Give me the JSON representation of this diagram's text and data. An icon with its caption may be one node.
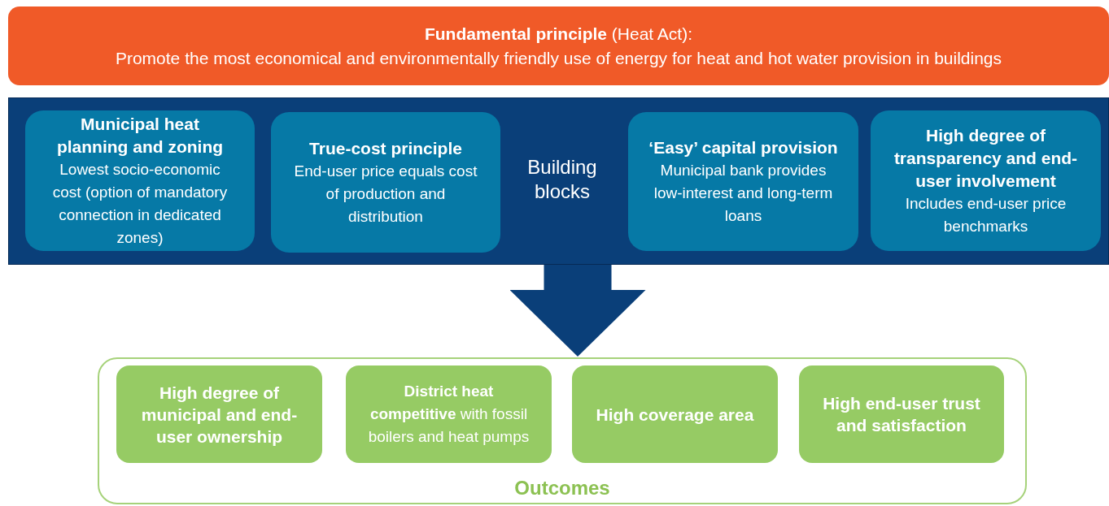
{
  "diagram": {
    "nodes": [
      {
        "text": [
          "**Fundamental principle** (Heat Act):",
          "Promote the most economical and environmentally friendly use of energy for heat and hot water provision in buildings"
        ]
      },
      {
        "text": [
          "Building blocks"
        ]
      },
      {
        "text": [
          "Municipal heat planning and zoning",
          "Lowest socio-economic cost (option of mandatory connection in dedicated zones)"
        ],
        "in": 1
      },
      {
        "text": [
          "True-cost principle",
          "End-user price equals cost of production and distribution"
        ],
        "in": 1
      },
      {
        "text": [
          "‘Easy’ capital provision",
          "Municipal bank provides low-interest and long-term loans"
        ],
        "in": 1
      },
      {
        "text": [
          "High degree of transparency and end-user involvement",
          "Includes end-user price benchmarks"
        ],
        "in": 1
      },
      {
        "text": [
          "Outcomes"
        ]
      },
      {
        "text": [
          "High degree of municipal and end-user ownership"
        ],
        "in": 6
      },
      {
        "text": [
          "**District heat competitive** with fossil boilers and heat pumps"
        ],
        "in": 6
      },
      {
        "text": [
          "High coverage area"
        ],
        "in": 6
      },
      {
        "text": [
          "High end-user trust and satisfaction"
        ],
        "in": 6
      }
    ],
    "edges": [
      {
        "from": 1,
        "to": 6,
        "arrow": "to"
      }
    ]
  }
}
